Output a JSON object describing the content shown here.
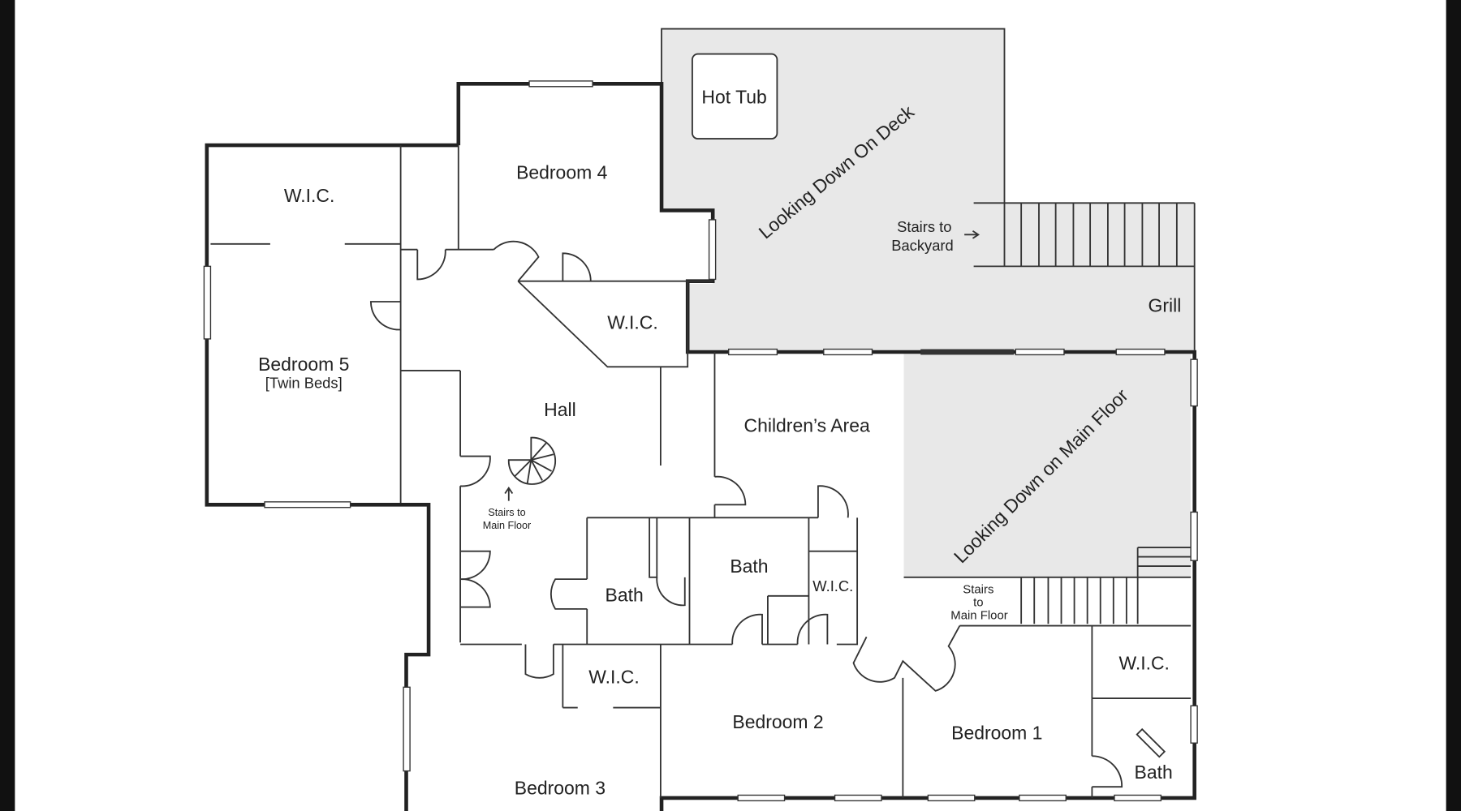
{
  "plan": {
    "rooms": {
      "hot_tub": "Hot Tub",
      "deck": "Looking Down On Deck",
      "stairs_backyard_1": "Stairs to",
      "stairs_backyard_2": "Backyard",
      "grill": "Grill",
      "bedroom4": "Bedroom 4",
      "wic_b5": "W.I.C.",
      "bedroom5": "Bedroom 5",
      "bedroom5_note": "[Twin Beds]",
      "wic_b4": "W.I.C.",
      "hall": "Hall",
      "stairs_main_a1": "Stairs to",
      "stairs_main_a2": "Main Floor",
      "childrens_area": "Children’s Area",
      "main_floor": "Looking Down on Main Floor",
      "bath_a": "Bath",
      "bath_b": "Bath",
      "wic_bath": "W.I.C.",
      "stairs_main_b1": "Stairs",
      "stairs_main_b2": "to",
      "stairs_main_b3": "Main Floor",
      "wic_b3": "W.I.C.",
      "bedroom2": "Bedroom 2",
      "bedroom1": "Bedroom 1",
      "wic_b1": "W.I.C.",
      "bath_b1": "Bath",
      "bedroom3": "Bedroom 3"
    }
  }
}
